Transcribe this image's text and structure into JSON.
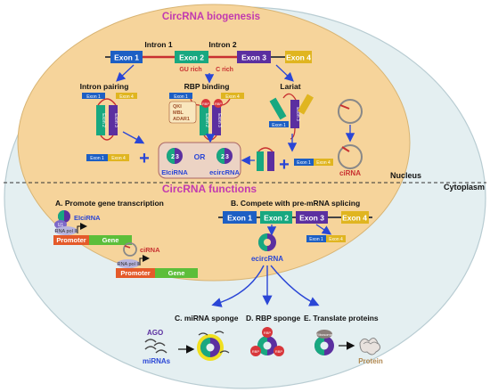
{
  "titles": {
    "biogenesis": "CircRNA biogenesis",
    "functions": "CircRNA functions"
  },
  "compartments": {
    "nucleus": "Nucleus",
    "cytoplasm": "Cytoplasm"
  },
  "exons": {
    "e1": "Exon 1",
    "e2": "Exon 2",
    "e3": "Exon 3",
    "e4": "Exon 4"
  },
  "introns": {
    "i1": "Intron 1",
    "i2": "Intron 2"
  },
  "motifs": {
    "gu": "GU rich",
    "c": "C rich"
  },
  "mechanisms": {
    "intron_pairing": "Intron pairing",
    "rbp_binding": "RBP binding",
    "lariat": "Lariat"
  },
  "rbps": {
    "qki": "QKI",
    "mbl": "MBL",
    "adar1": "ADAR1",
    "rbp": "RBP"
  },
  "products": {
    "elcirc": "EIciRNA",
    "ecirc": "ecircRNA",
    "ci": "ciRNA",
    "or": "OR",
    "n2": "2",
    "n3": "3"
  },
  "functions": {
    "a": "A. Promote gene transcription",
    "b": "B. Compete with pre-mRNA splicing",
    "c": "C. miRNA sponge",
    "d": "D. RBP sponge",
    "e": "E. Translate proteins"
  },
  "transcription": {
    "u1": "U1",
    "polii": "RNA pol II",
    "promoter": "Promoter",
    "gene": "Gene"
  },
  "sponge": {
    "ago": "AGO",
    "mirnas": "miRNAs",
    "ribosome": "Ribosome",
    "protein": "Protein"
  },
  "colors": {
    "exon1": "#1d5fc4",
    "exon2": "#18a880",
    "exon3": "#5b2fa0",
    "exon4": "#e0b520",
    "nucleus": "#f6d49b",
    "cell": "#e4eff1"
  }
}
